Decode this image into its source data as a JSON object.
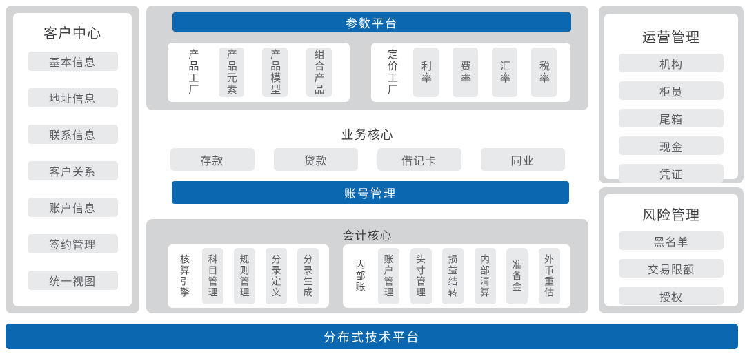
{
  "colors": {
    "blue": "#0a67b0",
    "panel_gray": "#d3d4d6",
    "pill_gray": "#e8e9eb",
    "title_text": "#3d3e40",
    "item_text": "#5d5e62"
  },
  "left_panel": {
    "title": "客户中心",
    "items": [
      "基本信息",
      "地址信息",
      "联系信息",
      "客户关系",
      "账户信息",
      "签约管理",
      "统一视图"
    ]
  },
  "param_platform": {
    "header": "参数平台",
    "groups": [
      {
        "label": "产品工厂",
        "items": [
          "产品元素",
          "产品模型",
          "组合产品"
        ]
      },
      {
        "label": "定价工厂",
        "items": [
          "利率",
          "费率",
          "汇率",
          "税率"
        ]
      }
    ]
  },
  "business_core": {
    "title": "业务核心",
    "items": [
      "存款",
      "贷款",
      "借记卡",
      "同业"
    ],
    "account_bar": "账号管理"
  },
  "accounting_core": {
    "title": "会计核心",
    "groups": [
      {
        "label": "核算引擎",
        "items": [
          "科目管理",
          "规则管理",
          "分录定义",
          "分录生成"
        ]
      },
      {
        "label": "内部账",
        "items": [
          "账户管理",
          "头寸管理",
          "损益结转",
          "内部清算",
          "准备金",
          "外币重估"
        ]
      }
    ]
  },
  "operations_panel": {
    "title": "运营管理",
    "items": [
      "机构",
      "柜员",
      "尾箱",
      "现金",
      "凭证"
    ]
  },
  "risk_panel": {
    "title": "风险管理",
    "items": [
      "黑名单",
      "交易限额",
      "授权"
    ]
  },
  "bottom_bar": {
    "label": "分布式技术平台"
  }
}
